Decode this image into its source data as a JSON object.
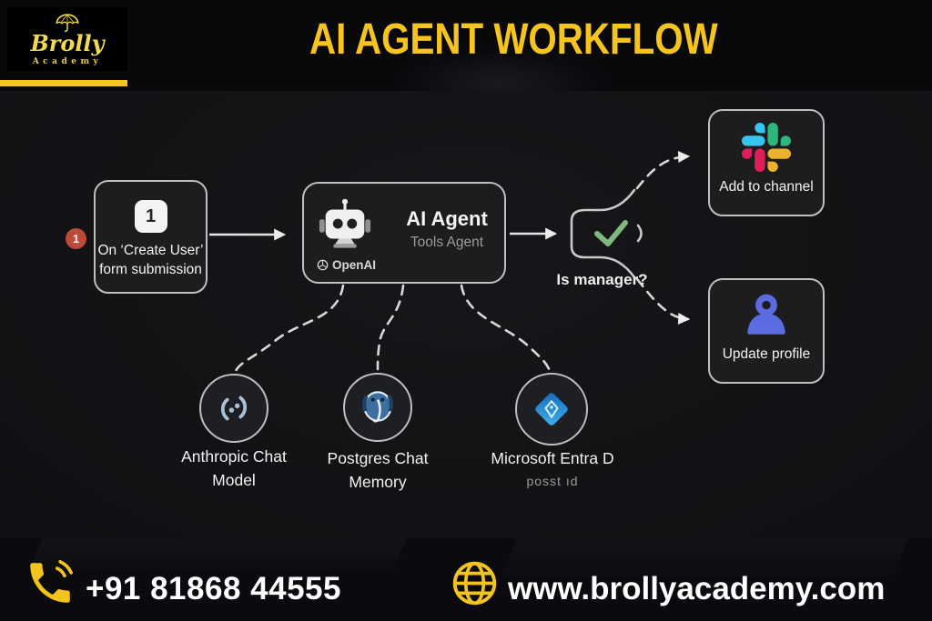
{
  "header": {
    "brand_name": "Brolly",
    "brand_subtitle": "Academy",
    "title": "AI AGENT WORKFLOW"
  },
  "diagram": {
    "trigger": {
      "badge": "1",
      "icon_number": "1",
      "line1": "On ‘Create User’",
      "line2": "form submission"
    },
    "agent": {
      "title": "AI Agent",
      "subtitle": "Tools Agent",
      "provider": "OpenAI"
    },
    "decision": {
      "label": "Is manager?"
    },
    "outputs": {
      "slack": {
        "label": "Add to channel"
      },
      "profile": {
        "label": "Update profile"
      }
    },
    "tools": [
      {
        "line1": "Anthropic Chat",
        "line2": "Model"
      },
      {
        "line1": "Postgres Chat",
        "line2": "Memory"
      },
      {
        "line1": "Microsoft Entra D",
        "line2": "posst ıd"
      }
    ]
  },
  "footer": {
    "phone": "+91 81868 44555",
    "website": "www.brollyacademy.com"
  },
  "colors": {
    "accent_yellow": "#F5C41E",
    "badge_red": "#BA4A3A",
    "check_green": "#80B880",
    "profile_blue": "#5A6CE0",
    "anthropic_icon": "#A9C2D8",
    "postgres_blue": "#3C6E9F",
    "entra_blue": "#2196D4",
    "slack_blue": "#36C5F0",
    "slack_green": "#2EB67D",
    "slack_yellow": "#ECB22E",
    "slack_red": "#E01E5A"
  }
}
